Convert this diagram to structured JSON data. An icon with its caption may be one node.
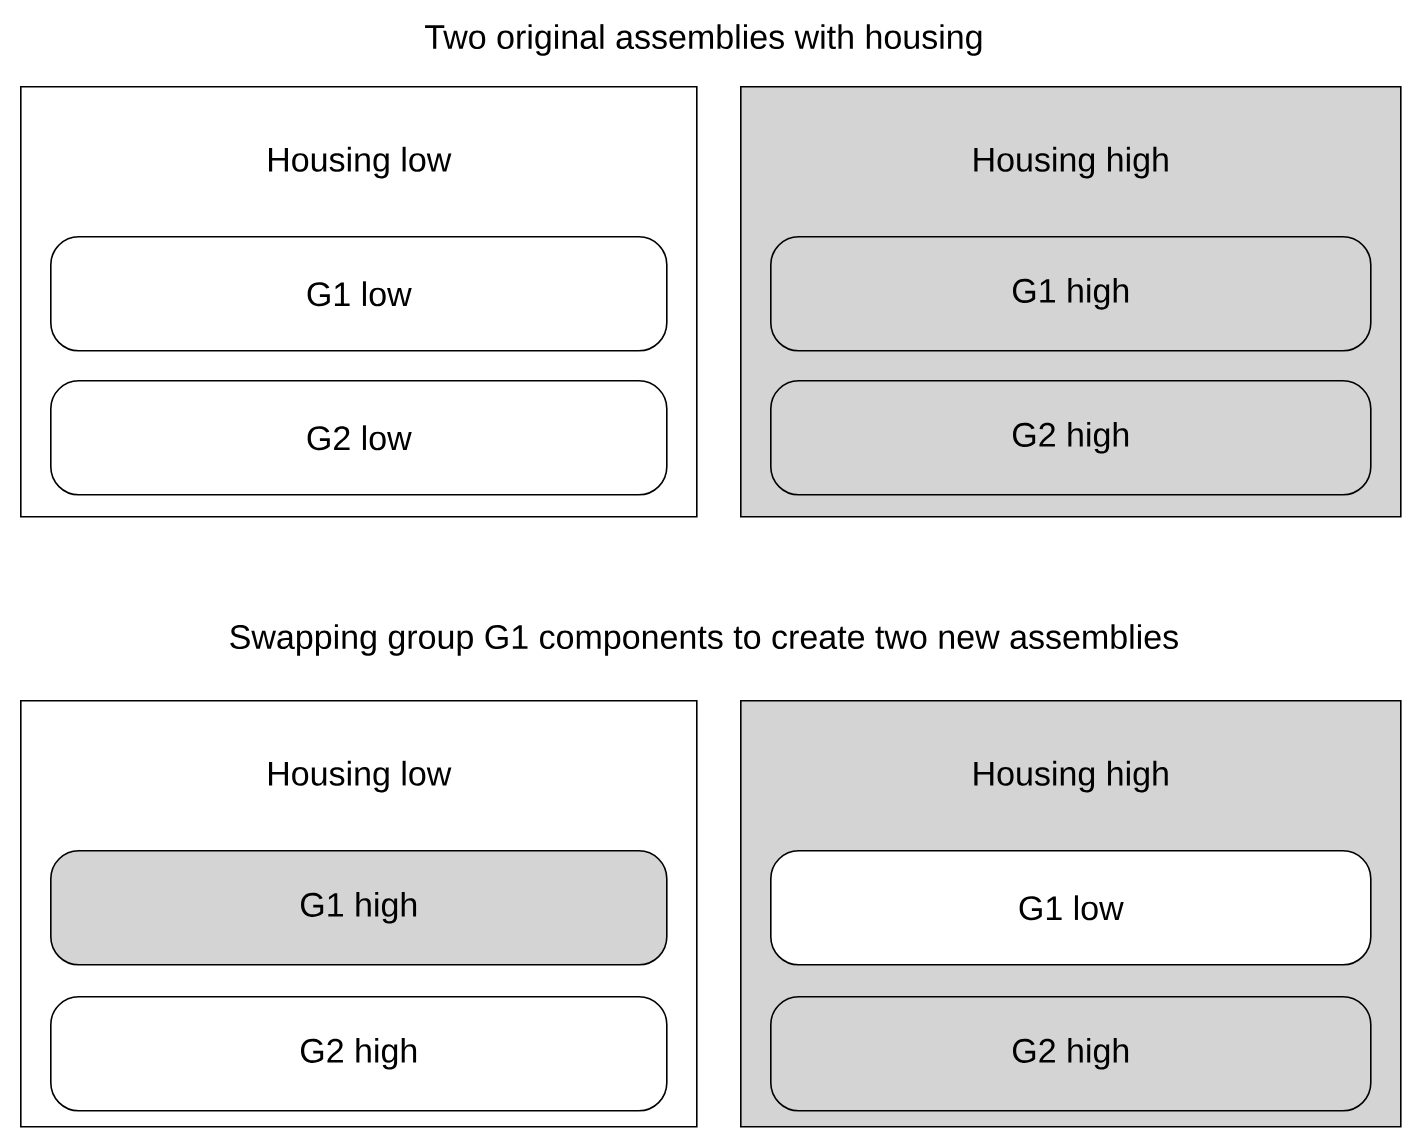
{
  "diagram": {
    "title": "Two original assemblies with housing",
    "nodes": [
      {
        "text": [
          "Housing low"
        ]
      },
      {
        "text": [
          "G1 low"
        ],
        "in": 0
      },
      {
        "text": [
          "G2 low"
        ],
        "in": 0
      },
      {
        "text": [
          "Housing high"
        ]
      },
      {
        "text": [
          "G1 high"
        ],
        "in": 3
      },
      {
        "text": [
          "G2 high"
        ],
        "in": 3
      },
      {
        "text": [
          "Housing low"
        ]
      },
      {
        "text": [
          "G1 high"
        ],
        "in": 6
      },
      {
        "text": [
          "G2 high"
        ],
        "in": 6
      },
      {
        "text": [
          "Housing high"
        ]
      },
      {
        "text": [
          "G1 low"
        ],
        "in": 9
      },
      {
        "text": [
          "G2 high"
        ],
        "in": 9
      }
    ],
    "labels": [
      "Swapping group G1 components to create two new assemblies"
    ]
  }
}
